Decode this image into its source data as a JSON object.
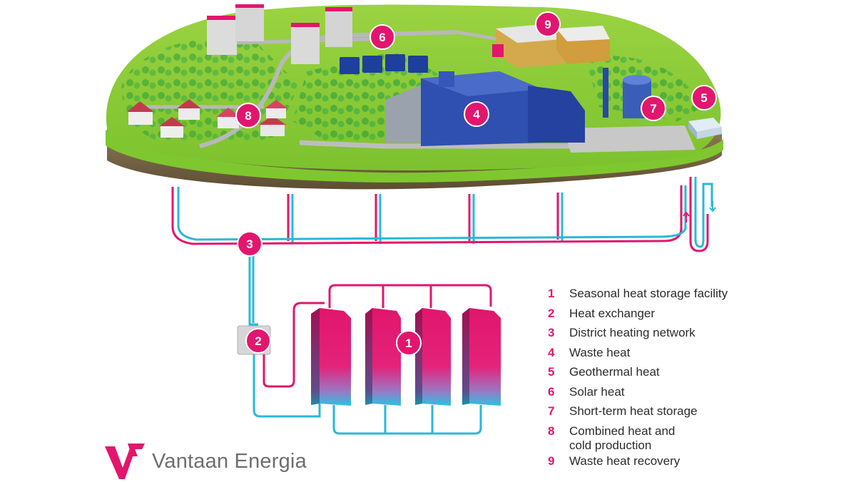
{
  "brand": {
    "name": "Vantaan Energia",
    "accent_color": "#e2166e",
    "secondary_color": "#2ab8d8",
    "logo_icon": "vantaan-energia-v-mark-icon"
  },
  "markers": [
    {
      "number": "1"
    },
    {
      "number": "2"
    },
    {
      "number": "3"
    },
    {
      "number": "4"
    },
    {
      "number": "5"
    },
    {
      "number": "6"
    },
    {
      "number": "7"
    },
    {
      "number": "8"
    },
    {
      "number": "9"
    }
  ],
  "legend": [
    {
      "number": "1",
      "label": "Seasonal heat storage facility"
    },
    {
      "number": "2",
      "label": "Heat exchanger"
    },
    {
      "number": "3",
      "label": "District heating network"
    },
    {
      "number": "4",
      "label": "Waste heat"
    },
    {
      "number": "5",
      "label": "Geothermal heat"
    },
    {
      "number": "6",
      "label": "Solar heat"
    },
    {
      "number": "7",
      "label": "Short-term heat storage"
    },
    {
      "number": "8",
      "label": "Combined heat and\ncold production"
    },
    {
      "number": "9",
      "label": "Waste heat recovery"
    }
  ]
}
